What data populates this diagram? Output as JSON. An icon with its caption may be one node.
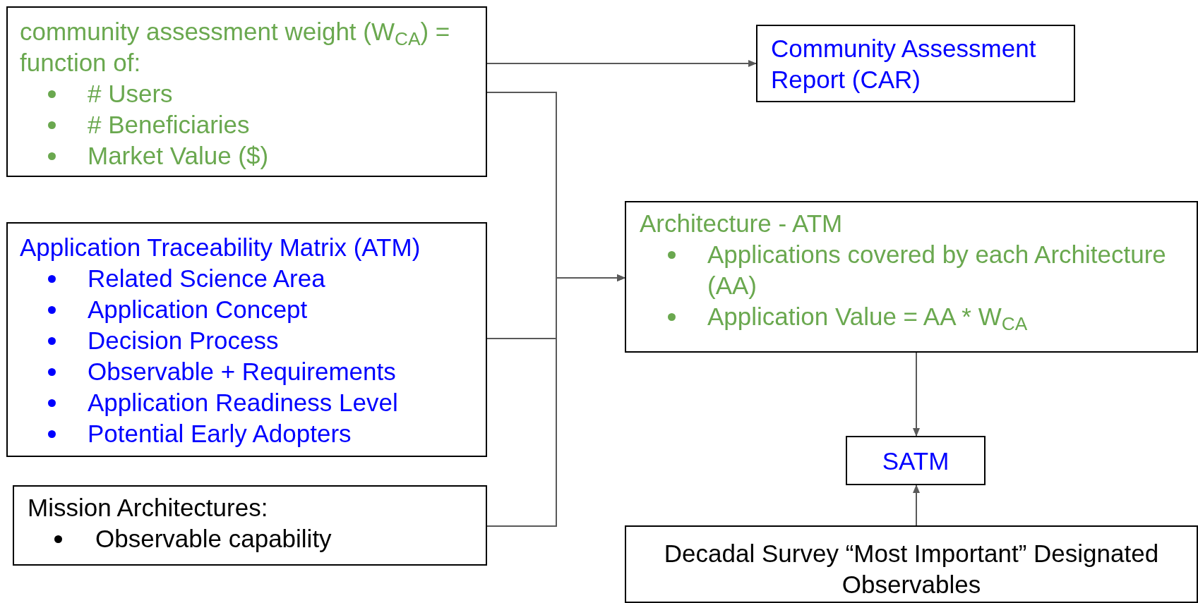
{
  "diagram": {
    "nodes": [
      {
        "text": [
          "community assessment weight (W$_{CA}$) = function of:",
          "# Users",
          "# Beneficiaries",
          "Market Value ($)"
        ]
      },
      {
        "text": [
          "Community Assessment Report (CAR)"
        ]
      },
      {
        "text": [
          "Application Traceability Matrix (ATM)",
          "Related Science Area",
          "Application Concept",
          "Decision Process",
          "Observable + Requirements",
          "Application Readiness Level",
          "Potential Early Adopters"
        ]
      },
      {
        "text": [
          "Mission Architectures:",
          "Observable capability"
        ]
      },
      {
        "text": [
          "Architecture - ATM",
          "Applications covered by each Architecture (AA)",
          "Application Value = AA * W$_{CA}$"
        ]
      },
      {
        "text": [
          "SATM"
        ]
      },
      {
        "text": [
          "Decadal Survey “Most Important” Designated Observables"
        ]
      }
    ],
    "edges": [
      {
        "from": 0,
        "to": 1,
        "arrow": "to"
      },
      {
        "from": 0,
        "to": 4,
        "arrow": "to"
      },
      {
        "from": 2,
        "to": 4,
        "arrow": "to"
      },
      {
        "from": 3,
        "to": 4,
        "arrow": "to"
      },
      {
        "from": 4,
        "to": 5,
        "arrow": "to"
      },
      {
        "from": 6,
        "to": 5,
        "arrow": "to"
      }
    ]
  }
}
